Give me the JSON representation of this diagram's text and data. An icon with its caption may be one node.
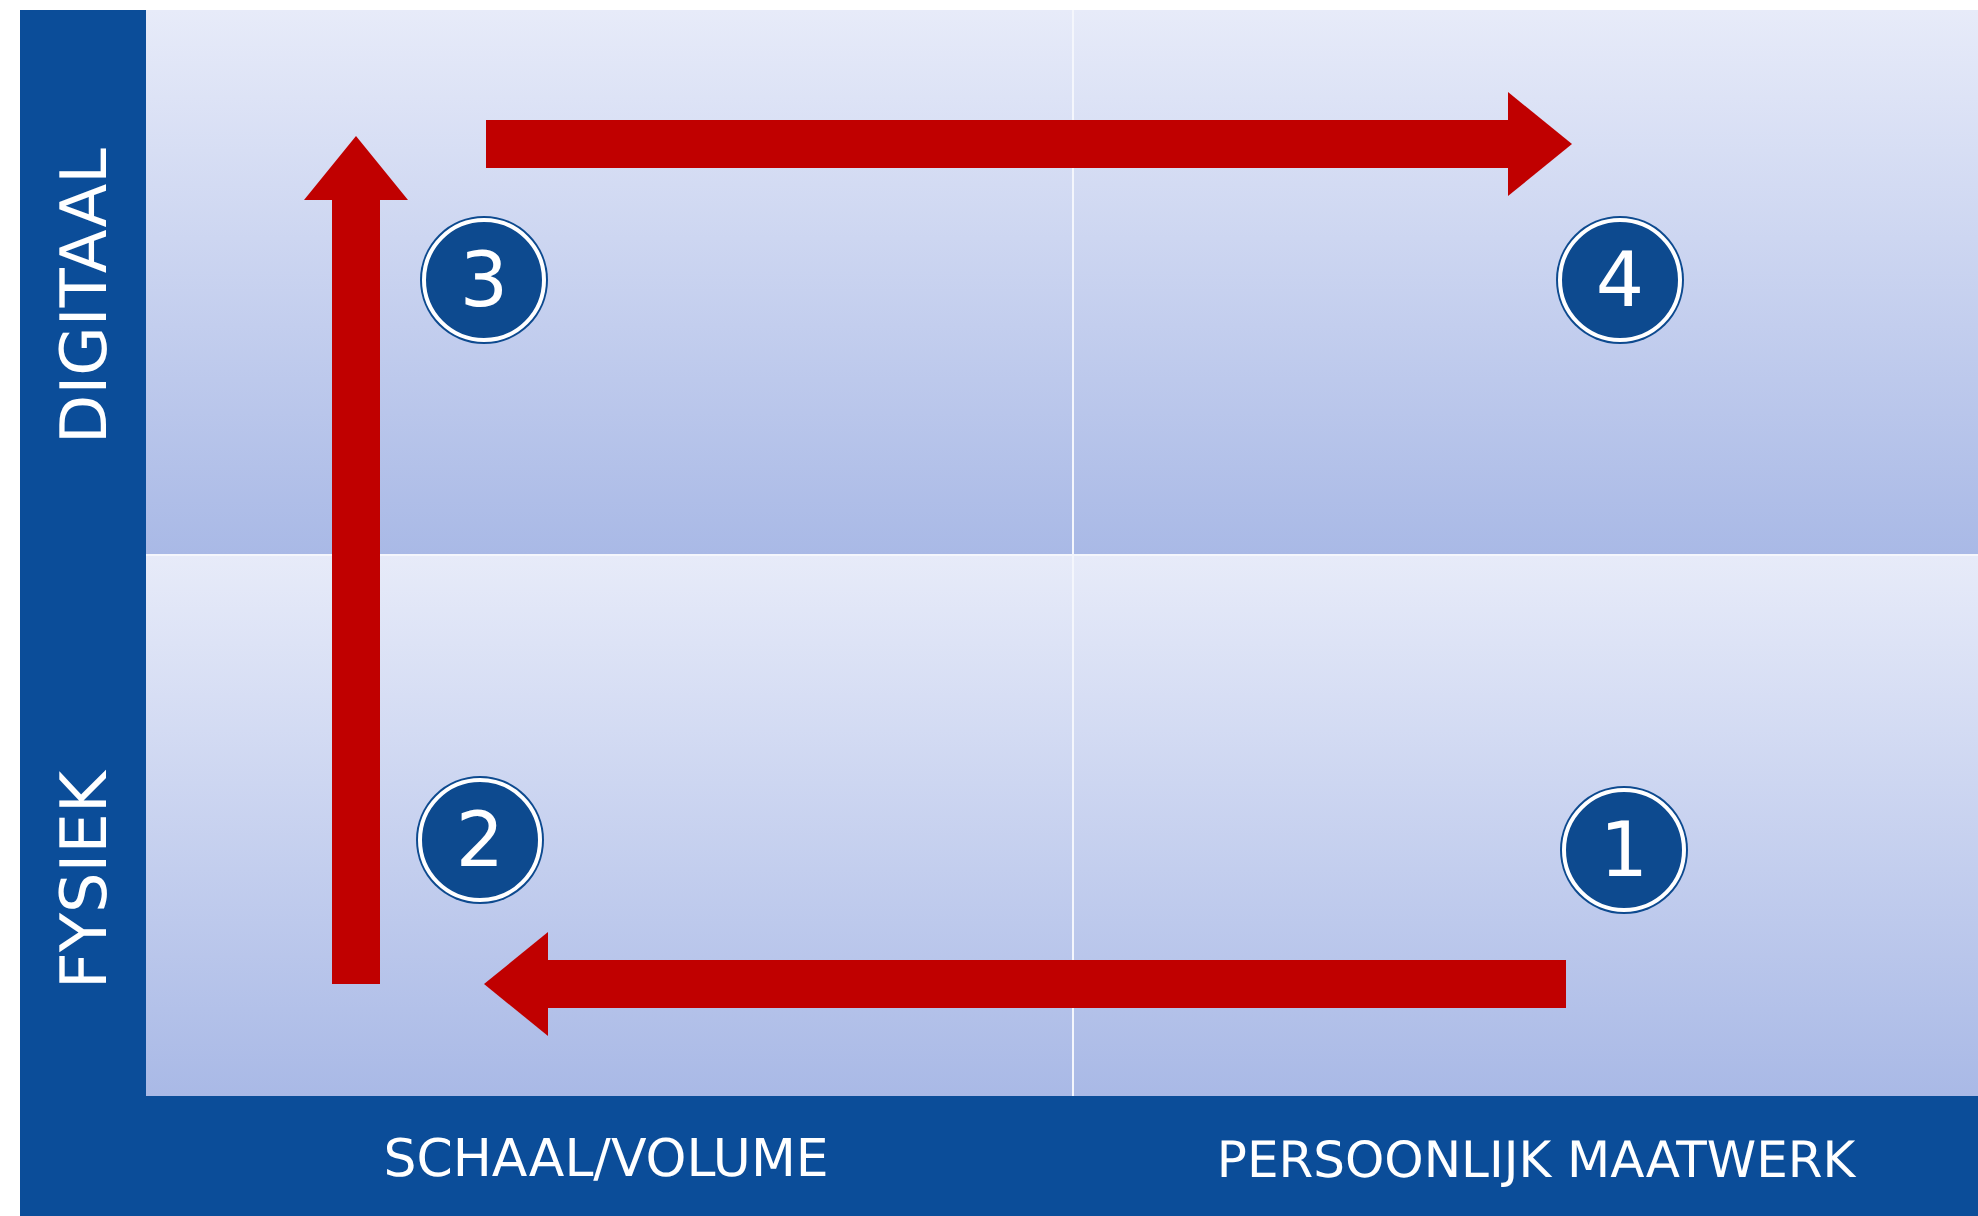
{
  "diagram": {
    "nodes": [
      {
        "text": [],
        "shape": "box"
      },
      {
        "text": [],
        "shape": "box"
      },
      {
        "text": [],
        "shape": "box"
      },
      {
        "text": [],
        "shape": "box"
      },
      {
        "text": [
          "3"
        ],
        "in": 0
      },
      {
        "text": [
          "4"
        ],
        "in": 1
      },
      {
        "text": [
          "2"
        ],
        "in": 2
      },
      {
        "text": [
          "1"
        ],
        "in": 3
      }
    ],
    "edges": [
      {
        "from": 7,
        "to": 6,
        "arrow": "to"
      },
      {
        "from": 6,
        "to": 4,
        "arrow": "to"
      },
      {
        "from": 4,
        "to": 5,
        "arrow": "to"
      }
    ],
    "labels": [
      "DIGITAAL",
      "FYSIEK",
      "SCHAAL/VOLUME",
      "PERSOONLIJK MAATWERK"
    ]
  }
}
